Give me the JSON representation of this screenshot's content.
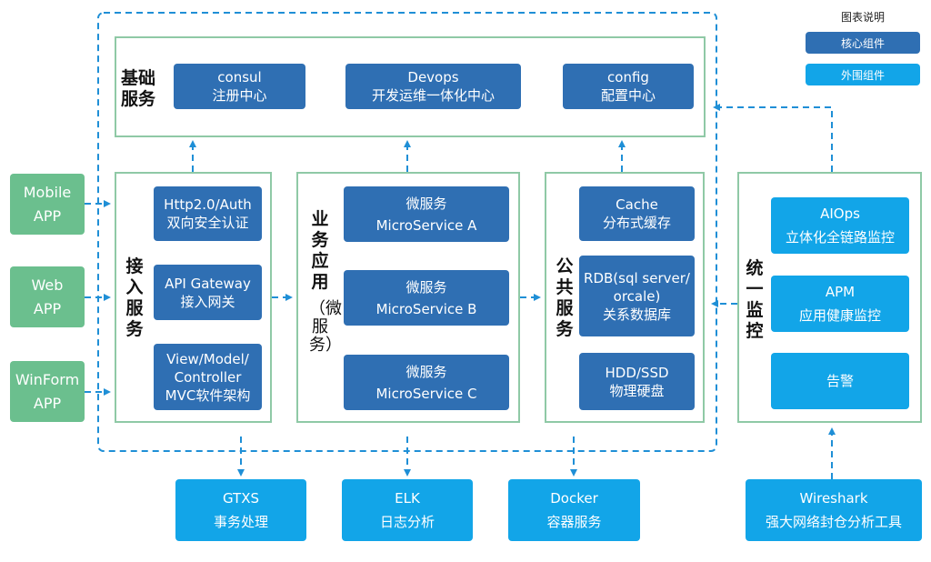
{
  "legend": {
    "title": "图表说明",
    "core_label": "核心组件",
    "ext_label": "外围组件"
  },
  "colors": {
    "core": "#2f6fb3",
    "external": "#12a5e8",
    "client": "#6bbf8e",
    "frame": "#8fc9a6",
    "arrow": "#1f8fd6"
  },
  "base_services": {
    "label": "基础服务",
    "label_line1": "基础",
    "label_line2": "服务",
    "items": [
      {
        "line1": "consul",
        "line2": "注册中心"
      },
      {
        "line1": "Devops",
        "line2": "开发运维一体化中心"
      },
      {
        "line1": "config",
        "line2": "配置中心"
      }
    ]
  },
  "clients": [
    {
      "line1": "Mobile",
      "line2": "APP"
    },
    {
      "line1": "Web",
      "line2": "APP"
    },
    {
      "line1": "WinForm",
      "line2": "APP"
    }
  ],
  "access": {
    "label": "接入服务",
    "items": [
      {
        "line1": "Http2.0/Auth",
        "line2": "双向安全认证",
        "line3": ""
      },
      {
        "line1": "API Gateway",
        "line2": "接入网关",
        "line3": ""
      },
      {
        "line1": "View/Model/",
        "line2": "Controller",
        "line3": "MVC软件架构"
      }
    ]
  },
  "business": {
    "label_main": "业务应用",
    "label_sub": "（微服务）",
    "items": [
      {
        "line1": "微服务",
        "line2": "MicroService A"
      },
      {
        "line1": "微服务",
        "line2": "MicroService B"
      },
      {
        "line1": "微服务",
        "line2": "MicroService C"
      }
    ]
  },
  "common": {
    "label": "公共服务",
    "items": [
      {
        "line1": "Cache",
        "line2": "分布式缓存",
        "line3": ""
      },
      {
        "line1": "RDB(sql server/",
        "line2": "orcale)",
        "line3": "关系数据库"
      },
      {
        "line1": "HDD/SSD",
        "line2": "物理硬盘",
        "line3": ""
      }
    ]
  },
  "monitor": {
    "label": "统一监控",
    "items": [
      {
        "line1": "AIOps",
        "line2": "立体化全链路监控"
      },
      {
        "line1": "APM",
        "line2": "应用健康监控"
      },
      {
        "line1": "告警",
        "line2": ""
      }
    ]
  },
  "bottom": [
    {
      "line1": "GTXS",
      "line2": "事务处理"
    },
    {
      "line1": "ELK",
      "line2": "日志分析"
    },
    {
      "line1": "Docker",
      "line2": "容器服务"
    },
    {
      "line1": "Wireshark",
      "line2": "强大网络封仓分析工具"
    }
  ]
}
